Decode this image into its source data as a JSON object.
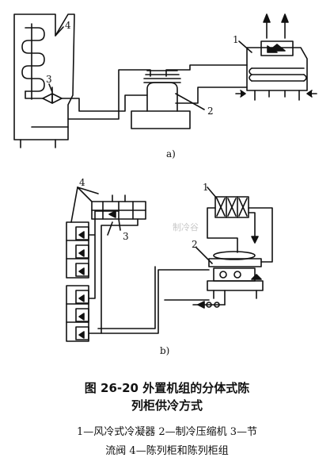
{
  "diagram": {
    "label_a": {
      "condenser_num": "1",
      "compressor_num": "2",
      "valve_num": "3",
      "cabinet_num": "4",
      "caption": "a)"
    },
    "label_b": {
      "condenser_num": "1",
      "compressor_num": "2",
      "valve_num": "3",
      "cabinet_num": "4",
      "caption": "b)"
    },
    "watermark": "制冷谷"
  },
  "caption": {
    "title_line1": "图 26-20    外置机组的分体式陈",
    "title_line2": "列柜供冷方式",
    "legend_line1": "1—风冷式冷凝器   2—制冷压缩机   3—节",
    "legend_line2": "流阀   4—陈列柜和陈列柜组"
  }
}
